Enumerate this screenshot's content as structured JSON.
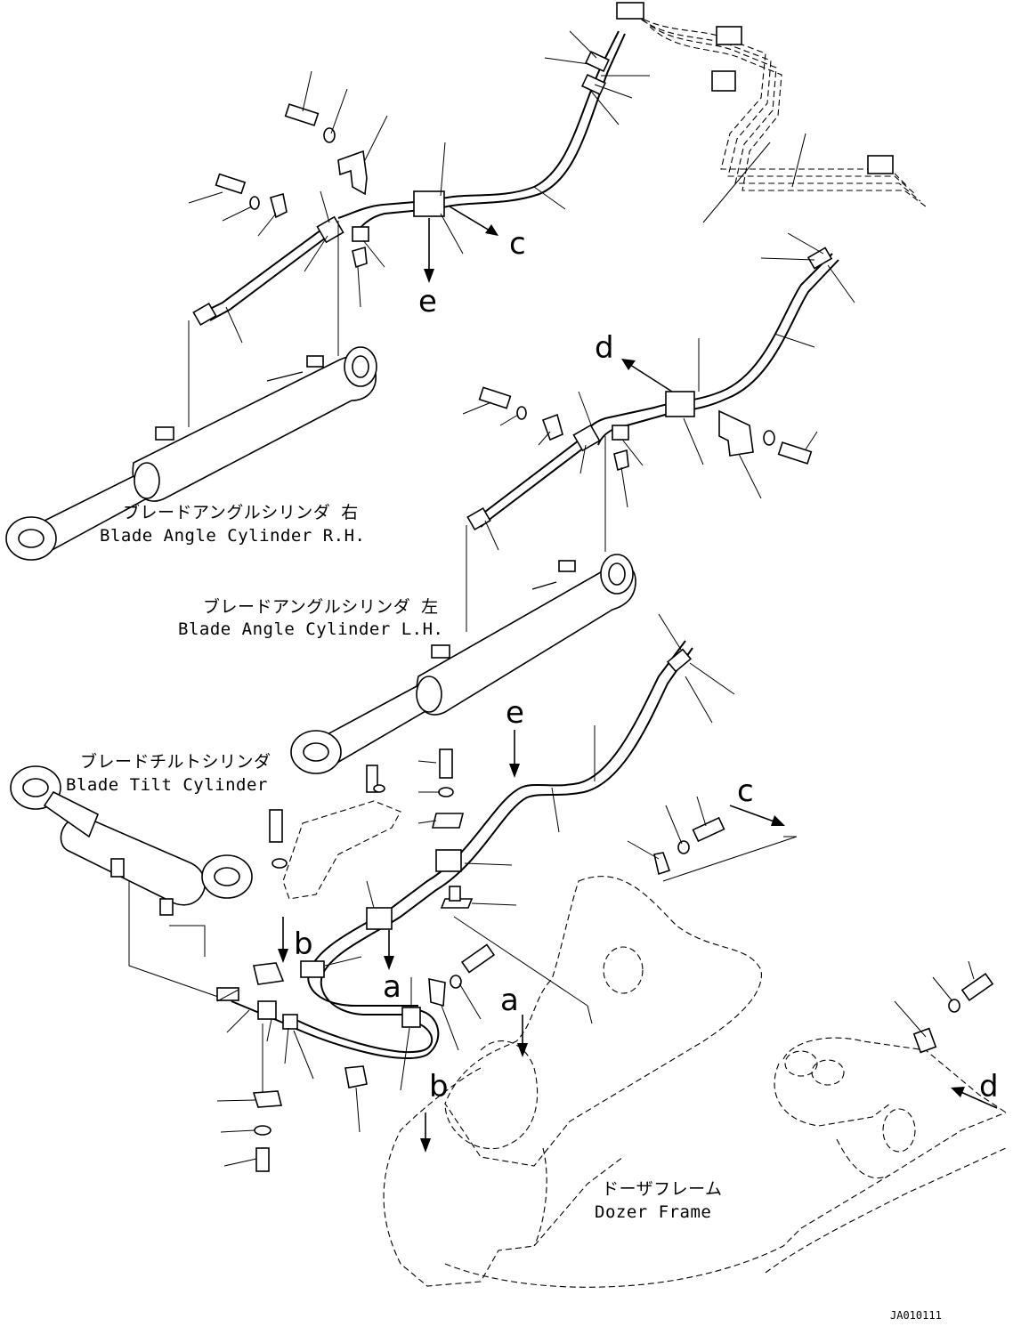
{
  "labels": {
    "angle_rh_jp": "ブレードアングルシリンダ 右",
    "angle_rh_en": "Blade Angle Cylinder R.H.",
    "angle_lh_jp": "ブレードアングルシリンダ 左",
    "angle_lh_en": "Blade Angle Cylinder L.H.",
    "tilt_jp": "ブレードチルトシリンダ",
    "tilt_en": "Blade Tilt Cylinder",
    "frame_jp": "ドーザフレーム",
    "frame_en": "Dozer Frame"
  },
  "markers": {
    "a": "a",
    "b": "b",
    "c": "c",
    "d": "d",
    "e": "e"
  },
  "drawing_code": "JA010111"
}
